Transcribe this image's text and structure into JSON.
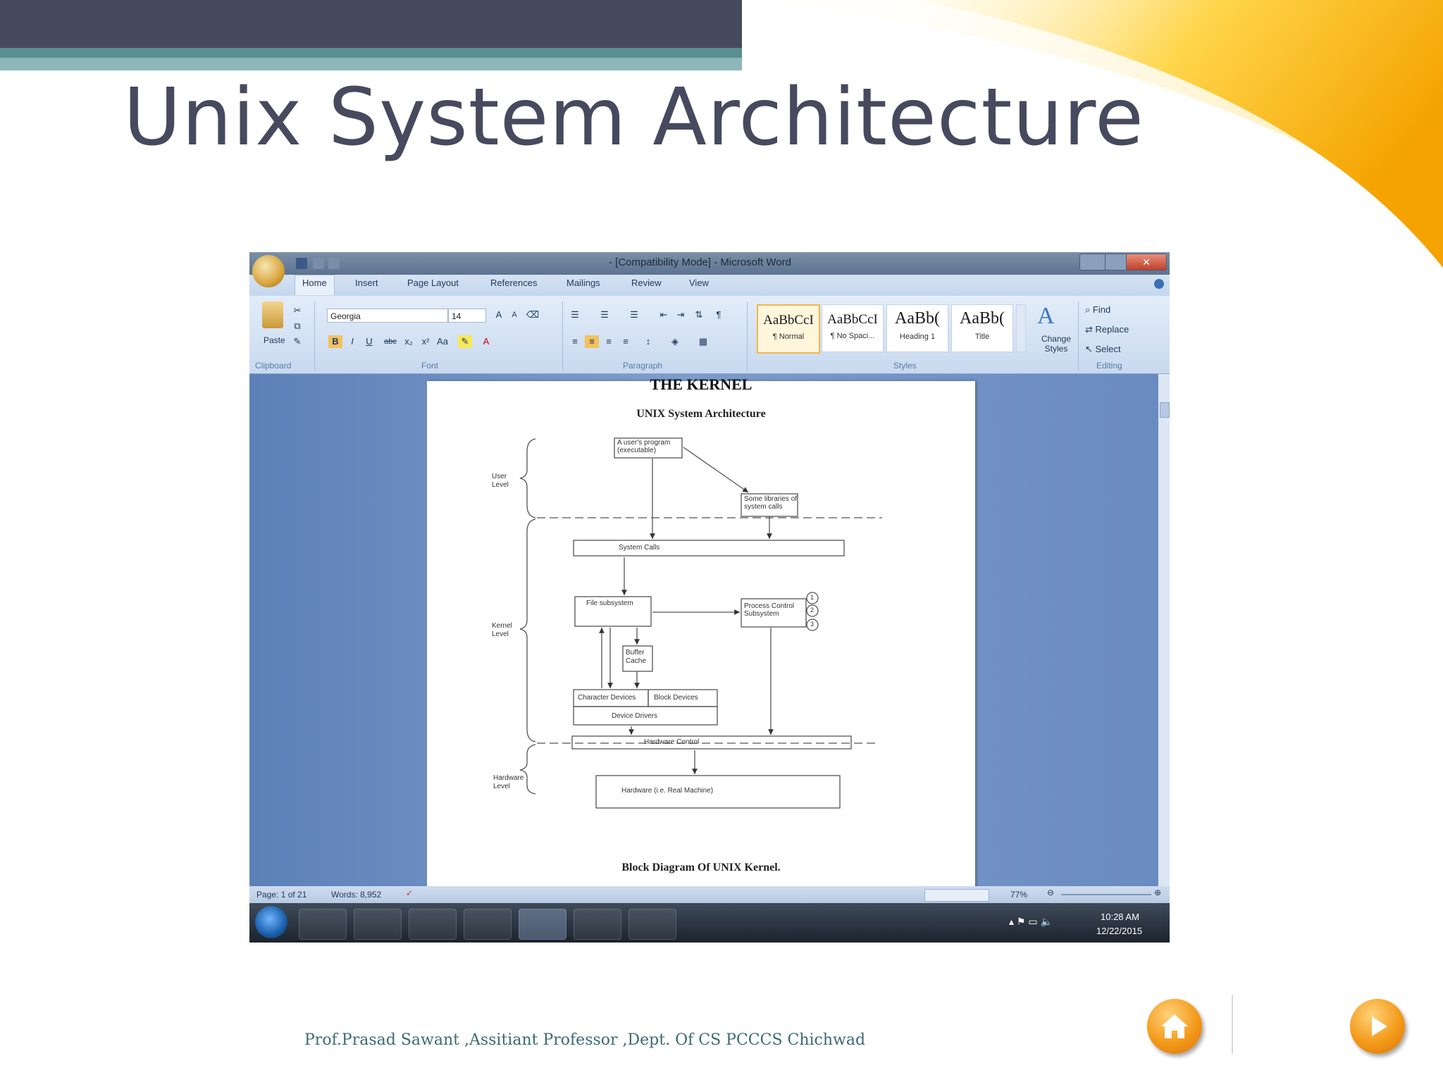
{
  "slide": {
    "title": "Unix System Architecture",
    "footer": "Prof.Prasad Sawant ,Assitiant Professor ,Dept. Of CS PCCCS Chichwad"
  },
  "window": {
    "title": "- [Compatibility Mode] - Microsoft Word"
  },
  "tabs": [
    "Home",
    "Insert",
    "Page Layout",
    "References",
    "Mailings",
    "Review",
    "View"
  ],
  "ribbon": {
    "font_name": "Georgia",
    "font_size": "14",
    "paste_label": "Paste",
    "groups": [
      "Clipboard",
      "Font",
      "Paragraph",
      "Styles",
      "Editing"
    ],
    "styles": [
      {
        "preview": "AaBbCcI",
        "name": "¶ Normal"
      },
      {
        "preview": "AaBbCcI",
        "name": "¶ No Spaci..."
      },
      {
        "preview": "AaBb(",
        "name": "Heading 1"
      },
      {
        "preview": "AaBb(",
        "name": "Title"
      }
    ],
    "change_styles": "Change Styles",
    "editing": [
      "Find",
      "Replace",
      "Select"
    ]
  },
  "document": {
    "heading": "THE KERNEL",
    "subheading": "UNIX System Architecture",
    "caption": "Block Diagram Of UNIX Kernel.",
    "diagram": {
      "user_program": "A user's program (executable)",
      "libraries": "Some libraries of system calls",
      "system_calls": "System Calls",
      "file_subsystem": "File subsystem",
      "process_control": "Process Control Subsystem",
      "buffer_cache": "Buffer Cache",
      "character_devices": "Character Devices",
      "block_devices": "Block Devices",
      "device_drivers": "Device Drivers",
      "hardware_control": "Hardware Control",
      "hardware": "Hardware (i.e. Real Machine)",
      "user_level": "User Level",
      "kernel_level": "Kernel Level",
      "hardware_level": "Hardware Level",
      "markers": [
        "1",
        "2",
        "3"
      ]
    }
  },
  "status": {
    "page": "Page: 1 of 21",
    "words": "Words: 8,952",
    "zoom": "77%"
  },
  "taskbar": {
    "time": "10:28 AM",
    "date": "12/22/2015"
  },
  "colors": {
    "slide_title": "#474a5e",
    "accent_teal": "#5b8f91",
    "nav_orange": "#f39a1a"
  }
}
